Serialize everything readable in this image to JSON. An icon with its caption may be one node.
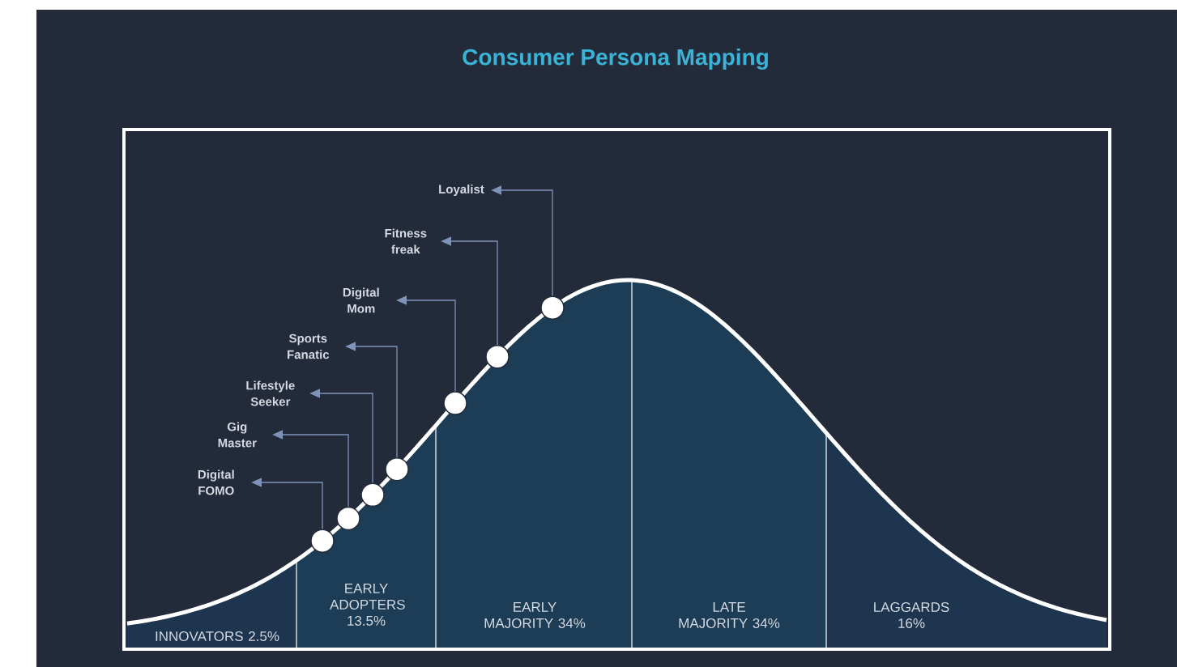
{
  "diagram": {
    "title": "Consumer Persona Mapping",
    "nodes": [
      {
        "text": [
          "Loyalist"
        ]
      },
      {
        "text": [
          "Fitness freak"
        ]
      },
      {
        "text": [
          "Digital Mom"
        ]
      },
      {
        "text": [
          "Sports Fanatic"
        ]
      },
      {
        "text": [
          "Lifestyle Seeker"
        ]
      },
      {
        "text": [
          "Gig Master"
        ]
      },
      {
        "text": [
          "Digital FOMO"
        ]
      },
      {
        "text": [],
        "shape": "circle"
      },
      {
        "text": [],
        "shape": "circle"
      },
      {
        "text": [],
        "shape": "circle"
      },
      {
        "text": [],
        "shape": "circle"
      },
      {
        "text": [],
        "shape": "circle"
      },
      {
        "text": [],
        "shape": "circle"
      },
      {
        "text": [],
        "shape": "circle"
      }
    ],
    "edges": [
      {
        "from": 7,
        "to": 6,
        "arrow": "to"
      },
      {
        "from": 8,
        "to": 5,
        "arrow": "to"
      },
      {
        "from": 9,
        "to": 4,
        "arrow": "to"
      },
      {
        "from": 10,
        "to": 3,
        "arrow": "to"
      },
      {
        "from": 11,
        "to": 2,
        "arrow": "to"
      },
      {
        "from": 12,
        "to": 1,
        "arrow": "to"
      },
      {
        "from": 13,
        "to": 0,
        "arrow": "to"
      }
    ],
    "labels": [
      "EARLY ADOPTERS 13.5%",
      "EARLY MAJORITY 34%",
      "LATE MAJORITY 34%",
      "LAGGARDS 16%",
      "INNOVATORS 2.5%"
    ]
  }
}
